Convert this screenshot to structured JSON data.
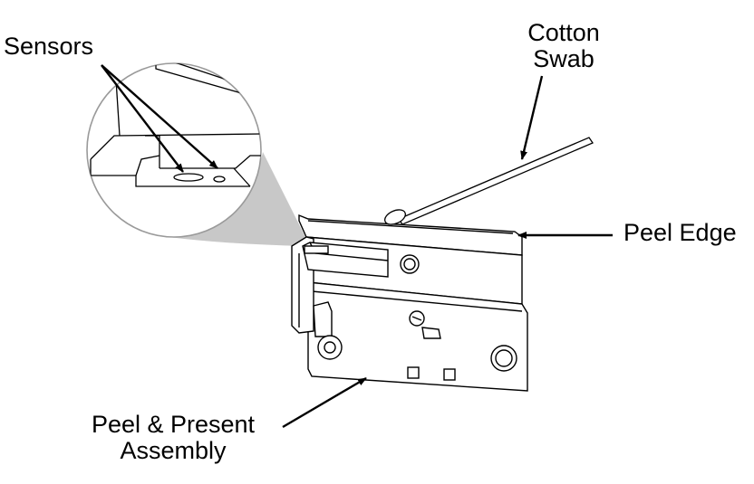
{
  "labels": {
    "sensors": "Sensors",
    "cotton_swab_line1": "Cotton",
    "cotton_swab_line2": "Swab",
    "peel_edge": "Peel Edge",
    "peel_present_line1": "Peel & Present",
    "peel_present_line2": "Assembly"
  },
  "colors": {
    "line": "#000000",
    "callout_fill": "#c8c8c8",
    "plate_fill": "#ffffff",
    "detail_circle": "#9a9a9a"
  }
}
